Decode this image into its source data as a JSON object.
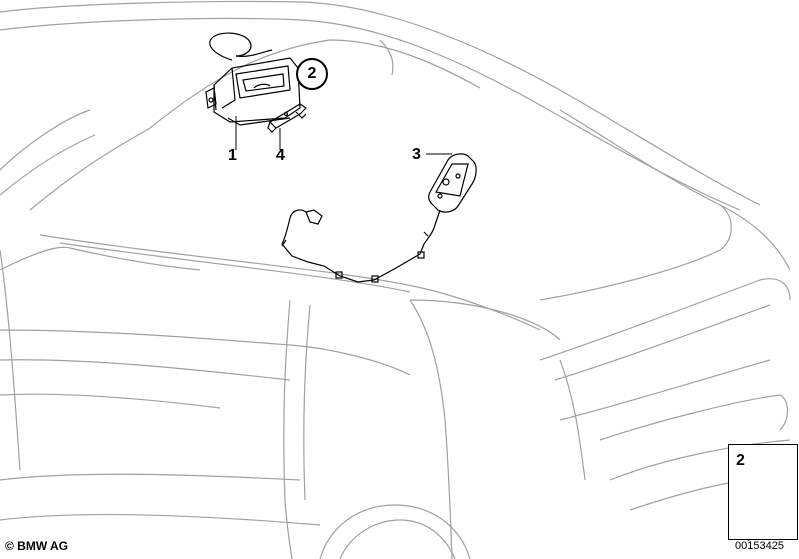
{
  "callouts": {
    "part1": "1",
    "part2": "2",
    "part3": "3",
    "part4": "4"
  },
  "legend": {
    "item_number": "2"
  },
  "footer": {
    "copyright": "© BMW AG",
    "document_number": "00153425"
  },
  "icons": {
    "legend_part": "nut-icon",
    "legend_arrow": "direction-arrow-icon"
  },
  "colors": {
    "line": "#000000",
    "car_outline": "#9a9a9a",
    "background": "#ffffff"
  }
}
